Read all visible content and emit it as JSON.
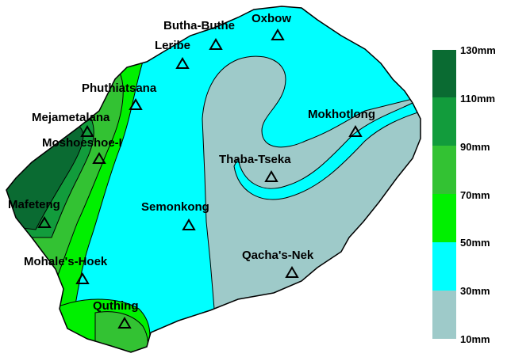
{
  "map": {
    "stations": [
      {
        "id": "butha-buthe",
        "name": "Butha-Buthe"
      },
      {
        "id": "oxbow",
        "name": "Oxbow"
      },
      {
        "id": "leribe",
        "name": "Leribe"
      },
      {
        "id": "phuthiatsana",
        "name": "Phuthiatsana"
      },
      {
        "id": "mejametalana",
        "name": "Mejametalana"
      },
      {
        "id": "moshoeshoe",
        "name": "Moshoeshoe-I"
      },
      {
        "id": "mokhotlong",
        "name": "Mokhotlong"
      },
      {
        "id": "thaba-tseka",
        "name": "Thaba-Tseka"
      },
      {
        "id": "mafeteng",
        "name": "Mafeteng"
      },
      {
        "id": "semonkong",
        "name": "Semonkong"
      },
      {
        "id": "qachas-nek",
        "name": "Qacha's-Nek"
      },
      {
        "id": "mohales-hoek",
        "name": "Mohale's-Hoek"
      },
      {
        "id": "quthing",
        "name": "Quthing"
      }
    ],
    "zone_colors": {
      "10-30": "#9ecac9",
      "30-50": "#00ffff",
      "50-70": "#00f000",
      "70-90": "#33c233",
      "90-110": "#129c3c",
      "110-130": "#0a6b32"
    }
  },
  "legend": {
    "ticks": [
      "130mm",
      "110mm",
      "90mm",
      "70mm",
      "50mm",
      "30mm",
      "10mm"
    ],
    "bands": [
      {
        "range": "110-130",
        "color": "#0a6b32"
      },
      {
        "range": "90-110",
        "color": "#129c3c"
      },
      {
        "range": "70-90",
        "color": "#33c233"
      },
      {
        "range": "50-70",
        "color": "#00f000"
      },
      {
        "range": "30-50",
        "color": "#00ffff"
      },
      {
        "range": "10-30",
        "color": "#9ecac9"
      }
    ]
  }
}
